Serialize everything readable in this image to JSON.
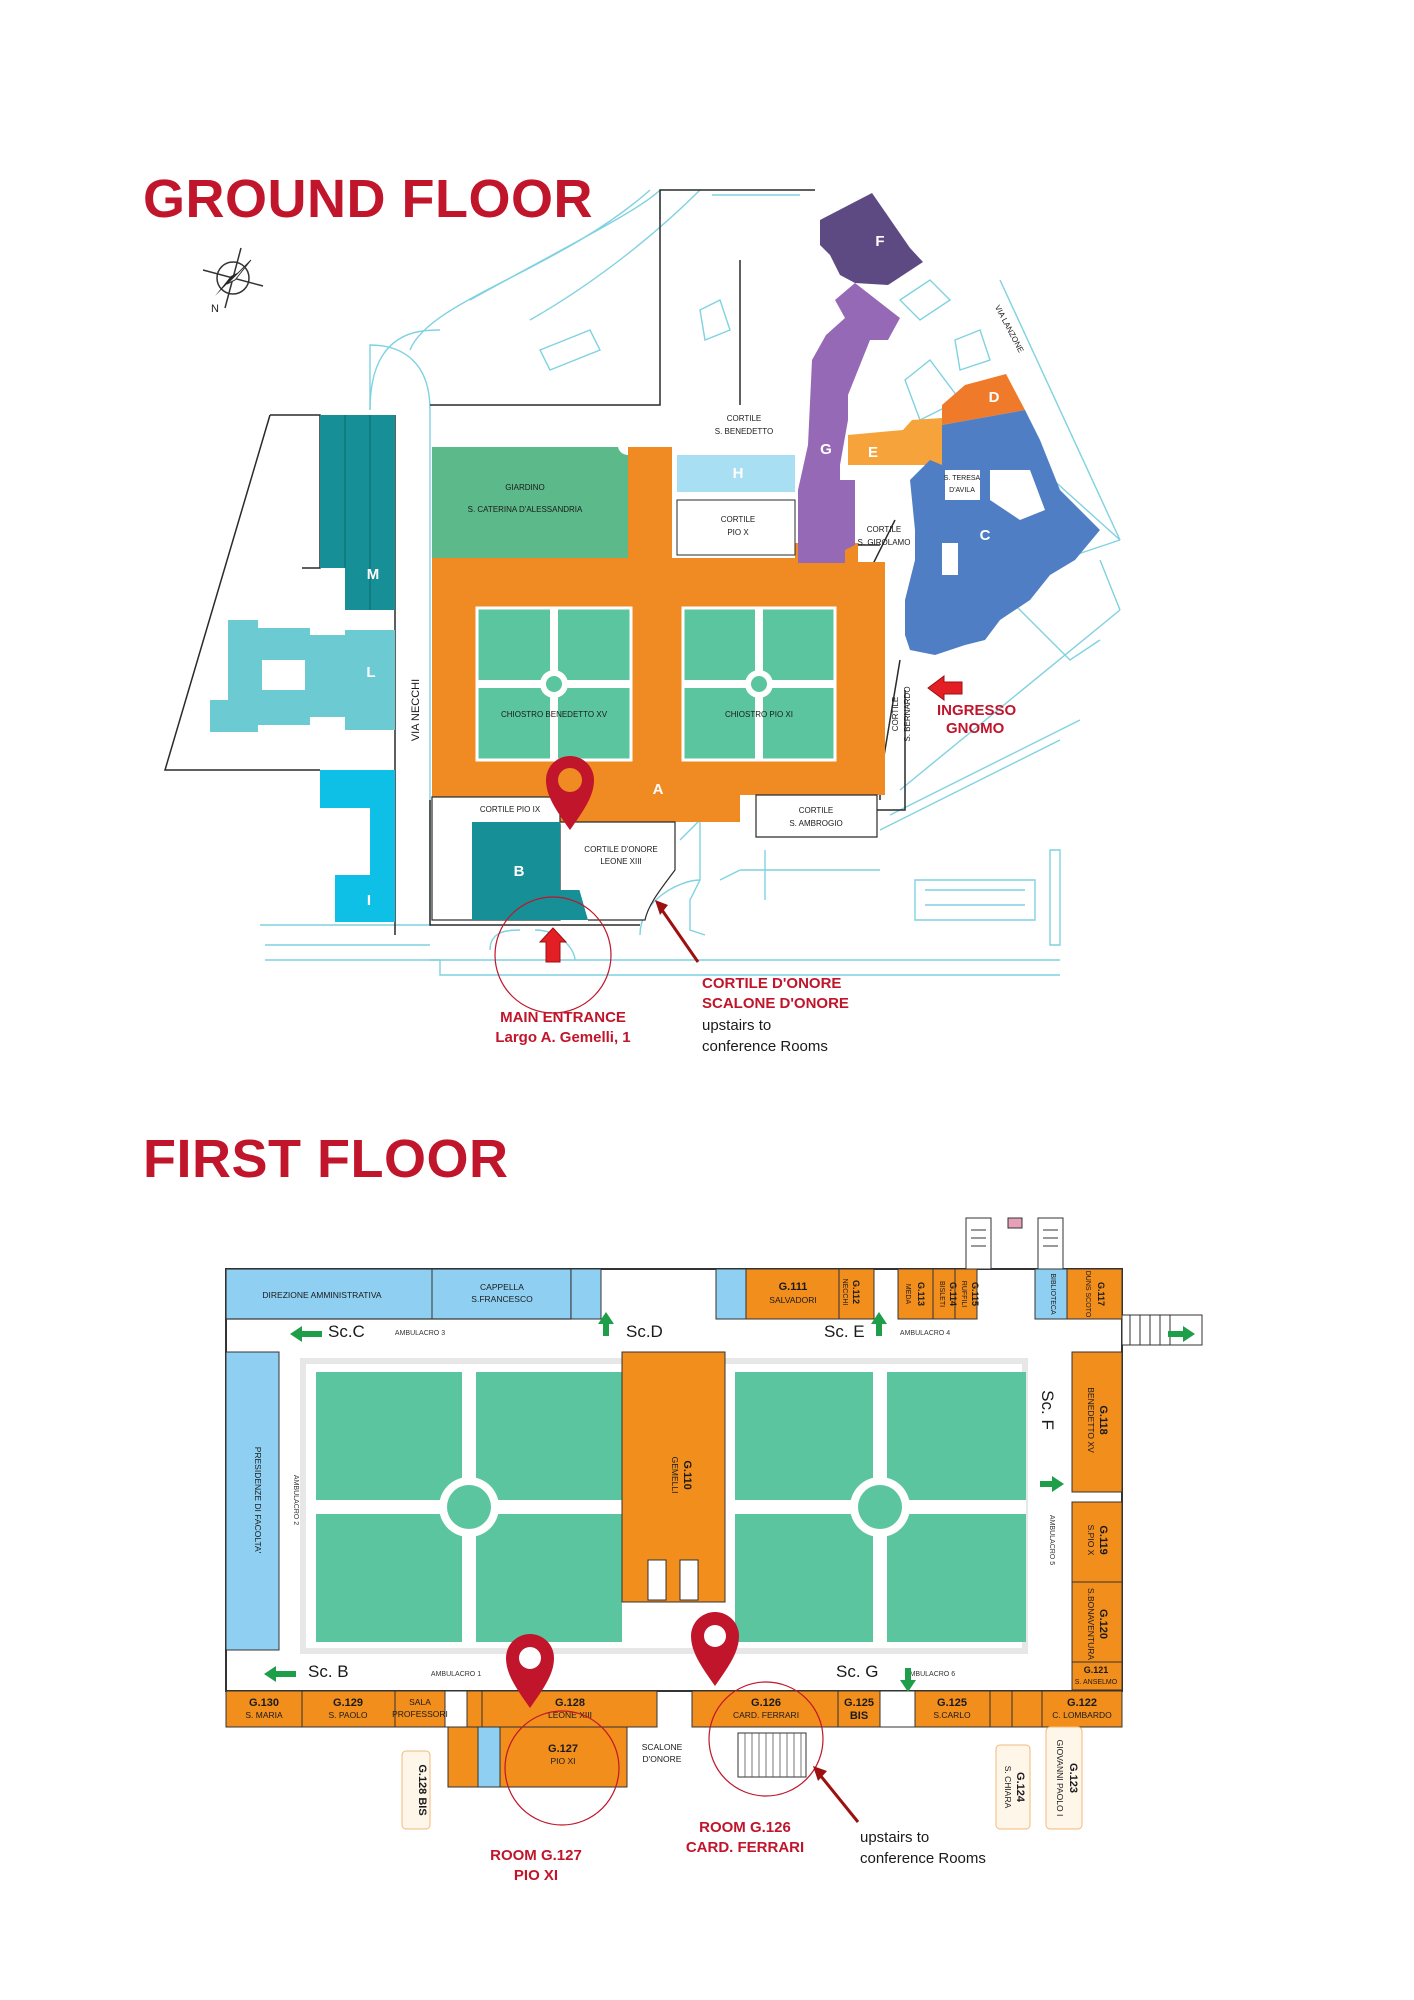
{
  "titles": {
    "ground": "GROUND FLOOR",
    "first": "FIRST FLOOR"
  },
  "colors": {
    "red": "#c0152a",
    "orange": "#f28e1c",
    "teal": "#178f96",
    "green_lawn": "#5bc59f",
    "blue": "#4f7ec4",
    "purple": "#9569b5",
    "dark_purple": "#5e4a82",
    "light_blue": "#8fd0f2",
    "cyan": "#0fc0e6",
    "street_line": "#7fd2e0"
  },
  "icons": {
    "compass": "compass-rose-icon",
    "pin": "map-pin-icon",
    "arrow": "entrance-arrow-icon"
  },
  "ground": {
    "compass_letter": "N",
    "blocks": {
      "A": "A",
      "B": "B",
      "C": "C",
      "D": "D",
      "E": "E",
      "F": "F",
      "G": "G",
      "H": "H",
      "I": "I",
      "L": "L",
      "M": "M"
    },
    "labels": {
      "cortile_benedetto_1": "CORTILE",
      "cortile_benedetto_2": "S. BENEDETTO",
      "giardino_1": "GIARDINO",
      "giardino_2": "S. CATERINA D'ALESSANDRIA",
      "cortile_piox_1": "CORTILE",
      "cortile_piox_2": "PIO X",
      "cortile_girolamo_1": "CORTILE",
      "cortile_girolamo_2": "S. GIROLAMO",
      "teresa_1": "S. TERESA",
      "teresa_2": "D'AVILA",
      "chiostro_benedetto": "CHIOSTRO BENEDETTO XV",
      "chiostro_pio": "CHIOSTRO PIO XI",
      "via_necchi": "VIA   NECCHI",
      "via_lanzone": "VIA LANZONE",
      "cortile_bernardo_1": "CORTILE",
      "cortile_bernardo_2": "S. BERNARDO",
      "cortile_pio_ix": "CORTILE PIO IX",
      "cortile_onore_1": "CORTILE D'ONORE",
      "cortile_onore_2": "LEONE XIII",
      "cortile_ambrogio_1": "CORTILE",
      "cortile_ambrogio_2": "S. AMBROGIO"
    },
    "notes": {
      "gnomo_1": "INGRESSO",
      "gnomo_2": "GNOMO",
      "main_1": "MAIN ENTRANCE",
      "main_2": "Largo A. Gemelli, 1",
      "scalone_1": "CORTILE D'ONORE",
      "scalone_2": "SCALONE D'ONORE",
      "scalone_3": "upstairs to",
      "scalone_4": "conference Rooms"
    }
  },
  "first": {
    "labels": {
      "direzione": "DIREZIONE AMMINISTRATIVA",
      "cappella_1": "CAPPELLA",
      "cappella_2": "S.FRANCESCO",
      "presidenze": "PRESIDENZE DI FACOLTA'",
      "sc_c": "Sc.C",
      "sc_d": "Sc.D",
      "sc_e": "Sc. E",
      "sc_f": "Sc. F",
      "sc_b": "Sc. B",
      "sc_g": "Sc. G",
      "amb3": "AMBULACRO 3",
      "amb4": "AMBULACRO 4",
      "amb2": "AMBULACRO 2",
      "amb5": "AMBULACRO 5",
      "amb1": "AMBULACRO 1",
      "amb6": "AMBULACRO 6",
      "biblioteca": "BIBLIOTECA",
      "scalone_1": "SCALONE",
      "scalone_2": "D'ONORE",
      "sala_1": "SALA",
      "sala_2": "PROFESSORI"
    },
    "rooms": {
      "g111": {
        "code": "G.111",
        "name": "SALVADORI"
      },
      "g112": {
        "code": "G.112",
        "name": "NECCHI"
      },
      "g113": {
        "code": "G.113",
        "name": "MEDA"
      },
      "g114": {
        "code": "G.114",
        "name": "BISLETI"
      },
      "g115": {
        "code": "G.115",
        "name": "RUFFILI"
      },
      "g117": {
        "code": "G.117",
        "name": "DUNS SCOTO"
      },
      "g110": {
        "code": "G.110",
        "name": "GEMELLI"
      },
      "g118": {
        "code": "G.118",
        "name": "BENEDETTO XV"
      },
      "g119": {
        "code": "G.119",
        "name": "S.PIO X"
      },
      "g120": {
        "code": "G.120",
        "name": "S.BONAVENTURA"
      },
      "g121": {
        "code": "G.121",
        "name": "S. ANSELMO"
      },
      "g122": {
        "code": "G.122",
        "name": "C. LOMBARDO"
      },
      "g125": {
        "code": "G.125",
        "name": "S.CARLO"
      },
      "g125bis": {
        "code": "G.125",
        "name": "BIS"
      },
      "g126": {
        "code": "G.126",
        "name": "CARD. FERRARI"
      },
      "g127": {
        "code": "G.127",
        "name": "PIO XI"
      },
      "g128": {
        "code": "G.128",
        "name": "LEONE XIII"
      },
      "g128bis": {
        "code": "G.128 BIS",
        "name": ""
      },
      "g129": {
        "code": "G.129",
        "name": "S. PAOLO"
      },
      "g130": {
        "code": "G.130",
        "name": "S. MARIA"
      },
      "g124": {
        "code": "G.124",
        "name": "S. CHIARA"
      },
      "g123": {
        "code": "G.123",
        "name": "GIOVANNI PAOLO I"
      }
    },
    "notes": {
      "r127_1": "ROOM G.127",
      "r127_2": "PIO XI",
      "r126_1": "ROOM G.126",
      "r126_2": "CARD. FERRARI",
      "up_1": "upstairs to",
      "up_2": "conference Rooms"
    }
  }
}
